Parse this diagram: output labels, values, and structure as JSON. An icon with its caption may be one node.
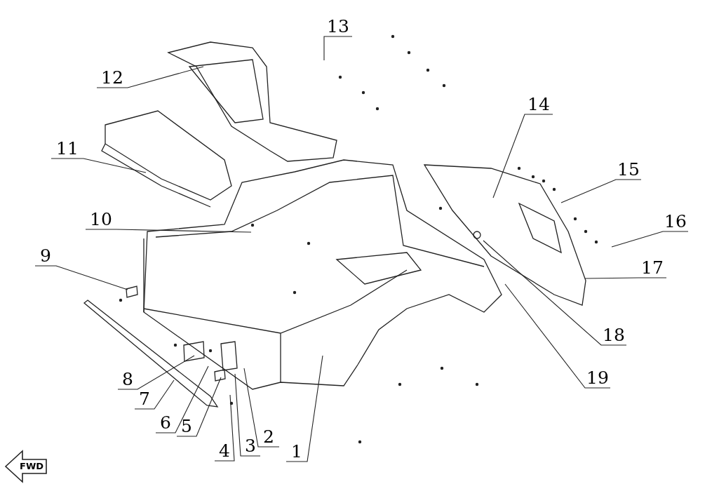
{
  "diagram": {
    "nodes": [
      {
        "text": [
          "1"
        ]
      },
      {
        "text": [
          "2"
        ]
      },
      {
        "text": [
          "3"
        ]
      },
      {
        "text": [
          "4"
        ]
      },
      {
        "text": [
          "5"
        ]
      },
      {
        "text": [
          "6"
        ]
      },
      {
        "text": [
          "7"
        ]
      },
      {
        "text": [
          "8"
        ]
      },
      {
        "text": [
          "9"
        ]
      },
      {
        "text": [
          "10"
        ]
      },
      {
        "text": [
          "11"
        ]
      },
      {
        "text": [
          "12"
        ]
      },
      {
        "text": [
          "13"
        ]
      },
      {
        "text": [
          "14"
        ]
      },
      {
        "text": [
          "15"
        ]
      },
      {
        "text": [
          "16"
        ]
      },
      {
        "text": [
          "17"
        ]
      },
      {
        "text": [
          "18"
        ]
      },
      {
        "text": [
          "19"
        ]
      }
    ],
    "edges": [
      {
        "from": 0,
        "to": null,
        "arrow": "none"
      },
      {
        "from": 1,
        "to": null,
        "arrow": "none"
      },
      {
        "from": 2,
        "to": null,
        "arrow": "none"
      },
      {
        "from": 3,
        "to": null,
        "arrow": "none"
      },
      {
        "from": 4,
        "to": null,
        "arrow": "none"
      },
      {
        "from": 5,
        "to": null,
        "arrow": "none"
      },
      {
        "from": 6,
        "to": null,
        "arrow": "none"
      },
      {
        "from": 7,
        "to": null,
        "arrow": "none"
      },
      {
        "from": 8,
        "to": null,
        "arrow": "none"
      },
      {
        "from": 9,
        "to": null,
        "arrow": "none"
      },
      {
        "from": 10,
        "to": null,
        "arrow": "none"
      },
      {
        "from": 11,
        "to": null,
        "arrow": "none"
      },
      {
        "from": 12,
        "to": null,
        "arrow": "none"
      },
      {
        "from": 13,
        "to": null,
        "arrow": "none"
      },
      {
        "from": 14,
        "to": null,
        "arrow": "none"
      },
      {
        "from": 15,
        "to": null,
        "arrow": "none"
      },
      {
        "from": 16,
        "to": null,
        "arrow": "none"
      },
      {
        "from": 17,
        "to": null,
        "arrow": "none"
      },
      {
        "from": 18,
        "to": null,
        "arrow": "none"
      }
    ],
    "labels": [
      "FWD"
    ]
  }
}
